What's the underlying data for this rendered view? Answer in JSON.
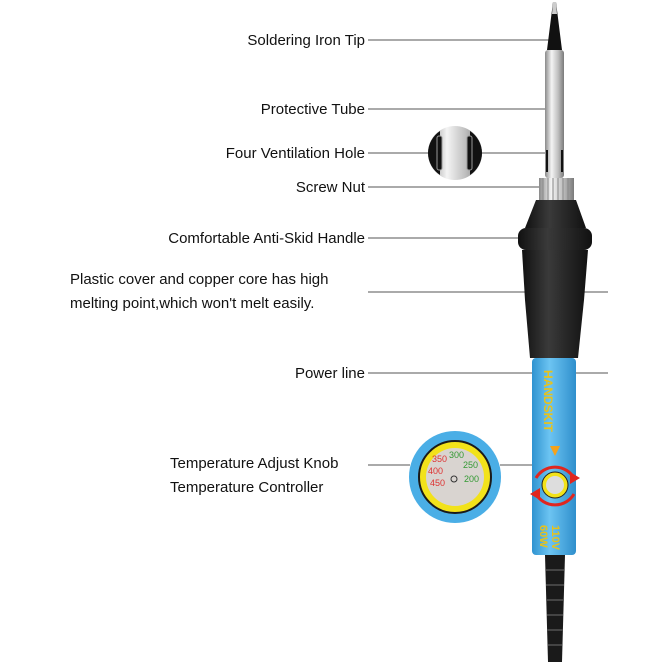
{
  "labels": {
    "tip": "Soldering Iron Tip",
    "tube": "Protective Tube",
    "vent": "Four Ventilation Hole",
    "nut": "Screw Nut",
    "handle": "Comfortable Anti-Skid Handle",
    "cover_line1": "Plastic cover and copper core has high",
    "cover_line2": "melting point,which won't melt easily.",
    "power": "Power line",
    "knob_line1": "Temperature Adjust Knob",
    "knob_line2": "Temperature Controller"
  },
  "product": {
    "brand": "HANDSKIT",
    "voltage": "110V",
    "wattage": "60W",
    "dial_values": [
      "200",
      "250",
      "300",
      "350",
      "400",
      "450"
    ]
  },
  "colors": {
    "body_blue": "#4aaee6",
    "knob_yellow": "#f2e21a",
    "arrow_red": "#e0261f"
  }
}
